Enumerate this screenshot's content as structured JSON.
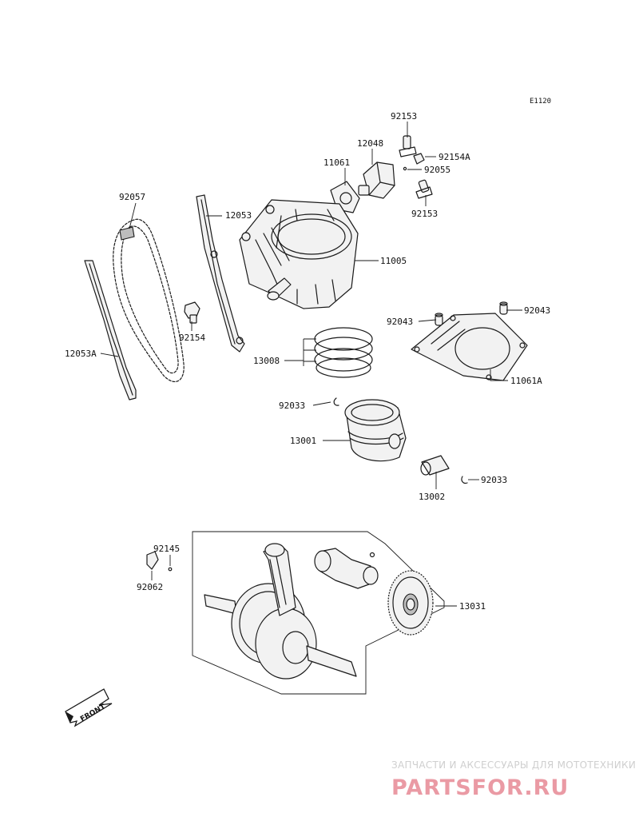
{
  "diagram": {
    "ref_code": "E1120",
    "front_label": "FRONT",
    "watermark": {
      "top": "ЗАПЧАСТИ И АКСЕССУАРЫ ДЛЯ МОТОТЕХНИКИ",
      "main": "PARTSFOR.RU"
    },
    "parts": [
      {
        "id": "p92153a",
        "number": "92153"
      },
      {
        "id": "p12048",
        "number": "12048"
      },
      {
        "id": "p92154A",
        "number": "92154A"
      },
      {
        "id": "p11061",
        "number": "11061"
      },
      {
        "id": "p92055",
        "number": "92055"
      },
      {
        "id": "p92153b",
        "number": "92153"
      },
      {
        "id": "p92057",
        "number": "92057"
      },
      {
        "id": "p12053",
        "number": "12053"
      },
      {
        "id": "p11005",
        "number": "11005"
      },
      {
        "id": "p92043a",
        "number": "92043"
      },
      {
        "id": "p92043b",
        "number": "92043"
      },
      {
        "id": "p92154",
        "number": "92154"
      },
      {
        "id": "p12053A",
        "number": "12053A"
      },
      {
        "id": "p13008",
        "number": "13008"
      },
      {
        "id": "p11061A",
        "number": "11061A"
      },
      {
        "id": "p92033a",
        "number": "92033"
      },
      {
        "id": "p13001",
        "number": "13001"
      },
      {
        "id": "p92033b",
        "number": "92033"
      },
      {
        "id": "p13002",
        "number": "13002"
      },
      {
        "id": "p92145",
        "number": "92145"
      },
      {
        "id": "p92062",
        "number": "92062"
      },
      {
        "id": "p13031",
        "number": "13031"
      }
    ]
  }
}
